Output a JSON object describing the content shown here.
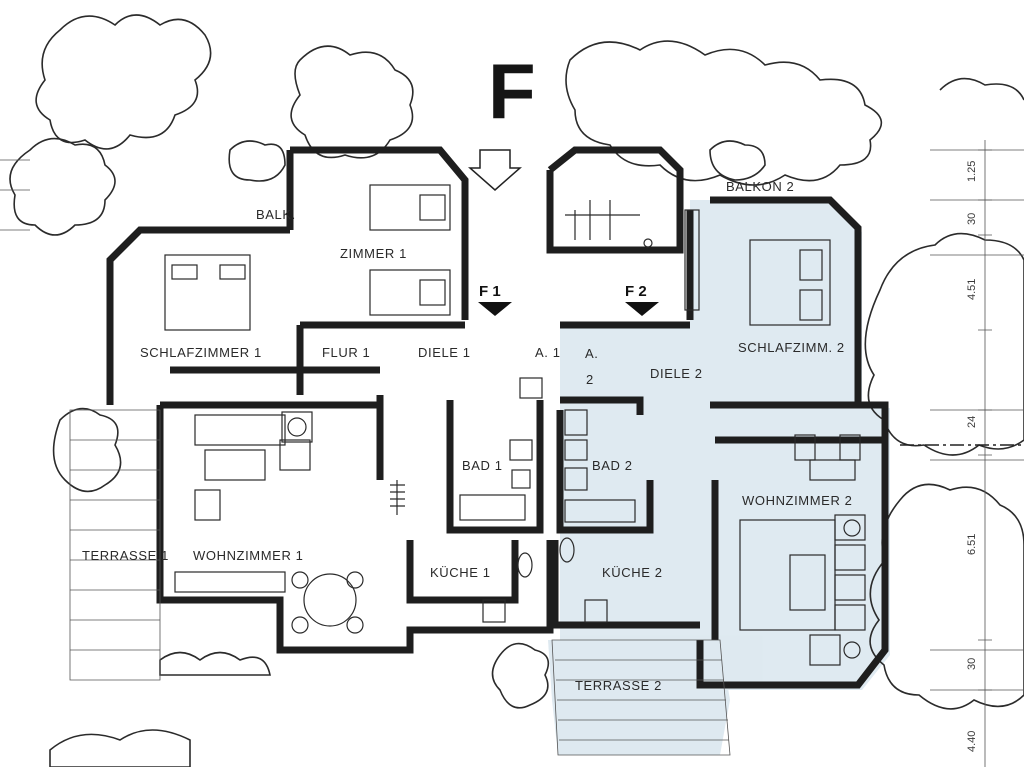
{
  "plan": {
    "building_letter": "F",
    "entrances": [
      "F 1",
      "F 2"
    ],
    "rooms_unit1": [
      "ZIMMER 1",
      "BALK.",
      "SCHLAFZIMMER 1",
      "FLUR 1",
      "DIELE 1",
      "A. 1",
      "BAD 1",
      "WOHNZIMMER 1",
      "KÜCHE 1",
      "TERRASSE 1"
    ],
    "rooms_unit2": [
      "BALKON 2",
      "SCHLAFZIMM. 2",
      "A.",
      "2",
      "DIELE 2",
      "BAD 2",
      "WOHNZIMMER 2",
      "KÜCHE 2",
      "TERRASSE 2"
    ],
    "dims_right": [
      "1.25",
      "30",
      "4.51",
      "24",
      "6.51",
      "30",
      "4.40"
    ],
    "colors": {
      "unit2_fill": "#d9e6ee",
      "wall": "#1e1e1e"
    }
  }
}
